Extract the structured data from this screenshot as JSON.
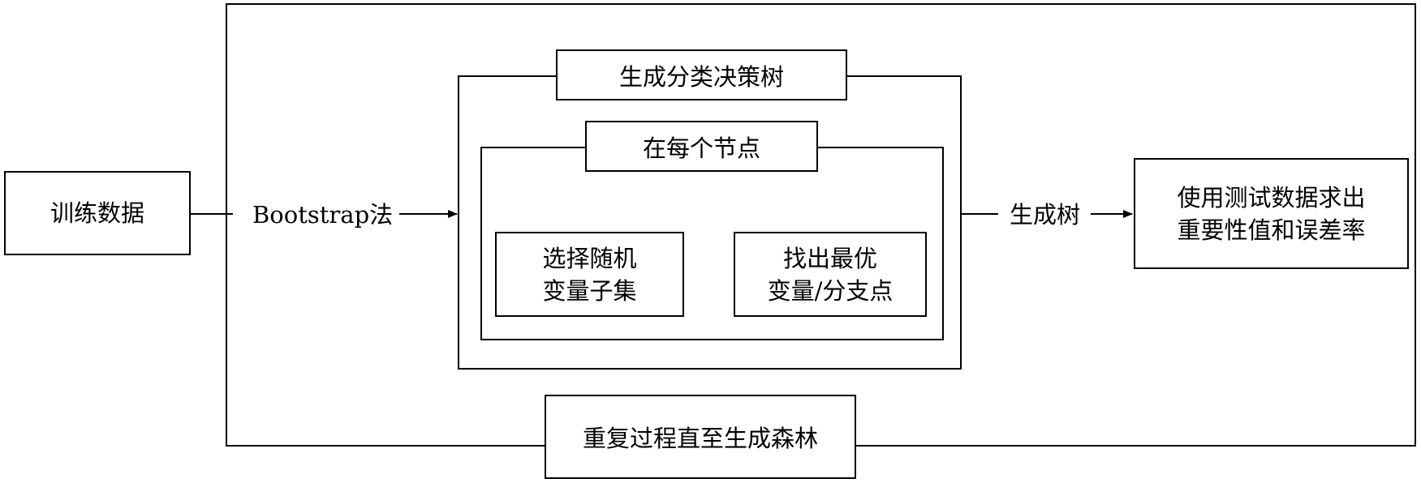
{
  "nodes": {
    "training_data": "训练数据",
    "generate_tree": "生成分类决策树",
    "each_node": "在每个节点",
    "select_random": [
      "选择随机",
      "变量子集"
    ],
    "find_best": [
      "找出最优",
      "变量/分支点"
    ],
    "evaluate": [
      "使用测试数据求出",
      "重要性值和误差率"
    ],
    "repeat": "重复过程直至生成森林"
  },
  "edges": {
    "bootstrap": "Bootstrap法",
    "generated_tree": "生成树"
  }
}
